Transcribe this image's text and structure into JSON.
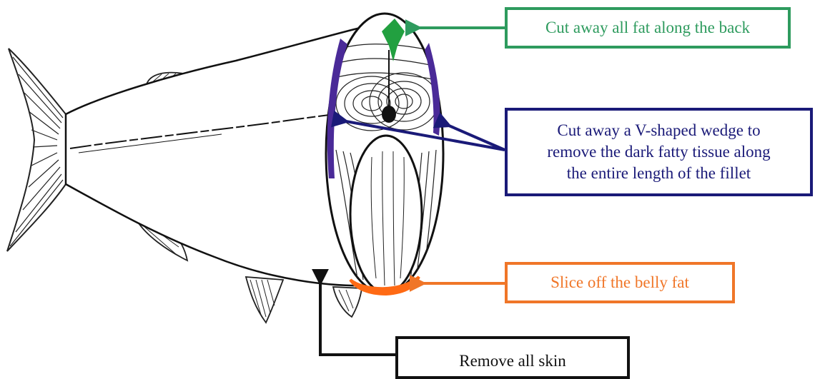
{
  "diagram": {
    "subject": "salmon-steak-trimming",
    "colors": {
      "back": "#2e9b5e",
      "wedge": "#1a1a78",
      "belly": "#f07628",
      "skin": "#111111",
      "back_fat_fill": "#22a040",
      "dark_tissue_fill": "#4a2a98",
      "belly_fat_fill": "#ff6a14"
    },
    "callouts": {
      "back_fat": "Cut away all fat along the back",
      "wedge_line1": "Cut away a V-shaped wedge to",
      "wedge_line2": "remove the dark fatty tissue along",
      "wedge_line3": "the entire length of the fillet",
      "belly_fat": "Slice off the belly fat",
      "skin": "Remove all skin"
    }
  }
}
